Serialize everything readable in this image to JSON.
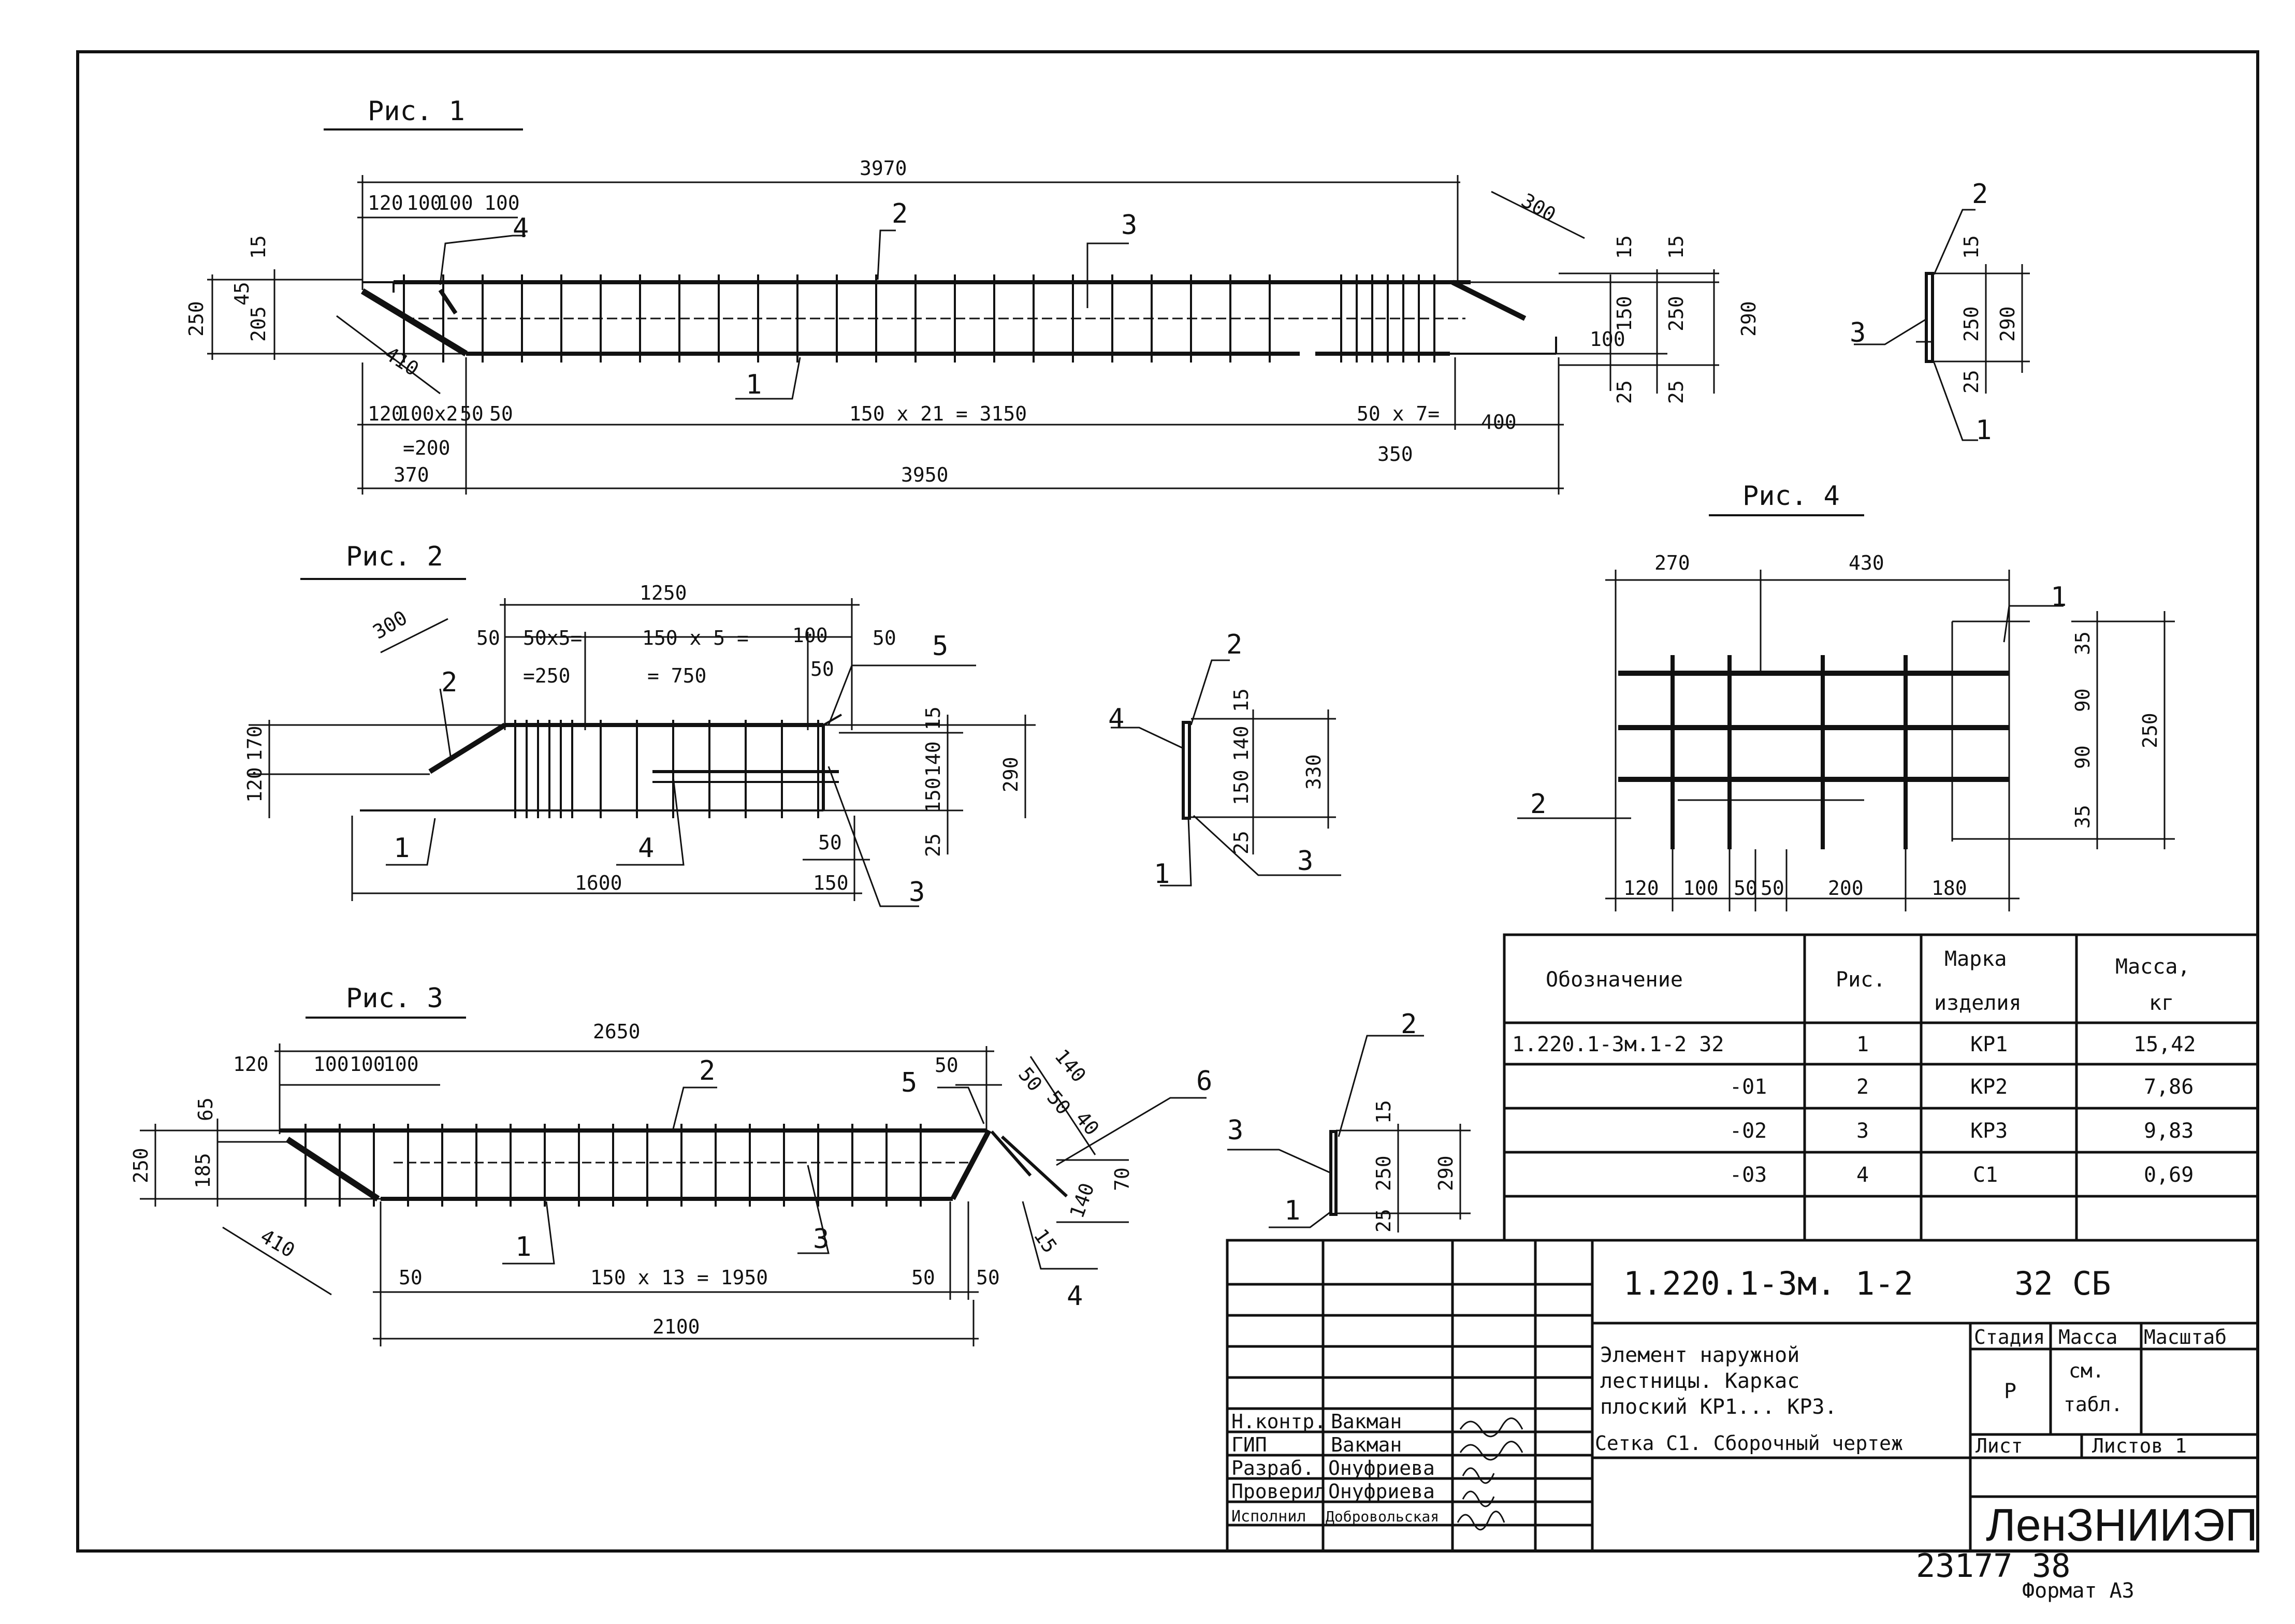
{
  "figures": {
    "fig1": {
      "caption": "Рис. 1",
      "positions": [
        "1",
        "2",
        "3",
        "4"
      ],
      "dims": {
        "total_top": "3970",
        "top_spacings": [
          "120",
          "100",
          "100",
          "100"
        ],
        "left_15": "15",
        "left_45": "45",
        "left_205": "205",
        "left_250": "250",
        "diag_410": "410",
        "diag_300": "300",
        "bottom_120": "120",
        "bottom_100x2": "100x2",
        "bottom_eq200": "=200",
        "bottom_50a": "50",
        "bottom_50b": "50",
        "main_spacing": "150 x 21 = 3150",
        "right_spacing": "50 x 7=",
        "right_350": "350",
        "right_400": "400",
        "total_370": "370",
        "total_3950": "3950",
        "right_15": "15",
        "right_150": "150",
        "right_100": "100",
        "right_25a": "25",
        "right_250": "250",
        "right_25b": "25",
        "right_15b": "15",
        "right_290": "290"
      }
    },
    "fig1_section": {
      "positions": [
        "2",
        "3",
        "1"
      ],
      "dims": [
        "15",
        "250",
        "25",
        "290"
      ]
    },
    "fig2": {
      "caption": "Рис. 2",
      "positions": [
        "2",
        "5",
        "1",
        "4",
        "3"
      ],
      "dims": {
        "d1250": "1250",
        "d300": "300",
        "d50": "50",
        "d50x5": "50x5=",
        "d250": "=250",
        "d150x5": "150 x 5 =",
        "d750": "= 750",
        "d100": "100",
        "d50b": "50",
        "d50c": "50",
        "d15": "15",
        "d140": "140",
        "d150": "150",
        "d25": "25",
        "d290": "290",
        "d170": "170",
        "d120": "120",
        "d1600": "1600",
        "d150b": "150",
        "d50d": "50"
      }
    },
    "fig2_section": {
      "positions": [
        "4",
        "2",
        "1",
        "3"
      ],
      "dims": [
        "15",
        "140",
        "150",
        "25",
        "330"
      ]
    },
    "fig3": {
      "caption": "Рис. 3",
      "positions": [
        "2",
        "5",
        "6",
        "1",
        "3",
        "4"
      ],
      "dims": {
        "d2650": "2650",
        "d120": "120",
        "top_spacings": [
          "100",
          "100",
          "100"
        ],
        "d50a": "50",
        "d50b": "50",
        "d50c": "50",
        "d40": "40",
        "d140a": "140",
        "d65": "65",
        "d185": "185",
        "d250": "250",
        "d410": "410",
        "d50left": "50",
        "main_spacing": "150 x 13 = 1950",
        "d50r1": "50",
        "d50r2": "50",
        "d2100": "2100",
        "d70": "70",
        "d140b": "140",
        "d15": "15"
      }
    },
    "fig3_section": {
      "positions": [
        "2",
        "3",
        "1"
      ],
      "dims": [
        "15",
        "250",
        "25",
        "290"
      ]
    },
    "fig4": {
      "caption": "Рис. 4",
      "positions": [
        "1",
        "2"
      ],
      "dims": {
        "top": [
          "270",
          "430"
        ],
        "right": [
          "35",
          "90",
          "90",
          "35"
        ],
        "right_total": "250",
        "bottom": [
          "120",
          "100",
          "50",
          "50",
          "200",
          "180"
        ]
      }
    }
  },
  "spec_table": {
    "headers": [
      "Обозначение",
      "Рис.",
      "Марка изделия",
      "Масса, кг"
    ],
    "header_lines": {
      "designation": "Обозначение",
      "fig": "Рис.",
      "mark1": "Марка",
      "mark2": "изделия",
      "mass1": "Масса,",
      "mass2": "кг"
    },
    "rows": [
      {
        "designation": "1.220.1-3м.1-2  32",
        "fig": "1",
        "mark": "КР1",
        "mass": "15,42"
      },
      {
        "designation": "-01",
        "fig": "2",
        "mark": "КР2",
        "mass": "7,86"
      },
      {
        "designation": "-02",
        "fig": "3",
        "mark": "КР3",
        "mass": "9,83"
      },
      {
        "designation": "-03",
        "fig": "4",
        "mark": "С1",
        "mass": "0,69"
      }
    ]
  },
  "title_block": {
    "code": "1.220.1-3м.  1-2",
    "code_suffix": "32 СБ",
    "title_lines": [
      "Элемент    наружной",
      "лестницы.  Каркас",
      "плоский   КР1... КР3.",
      "Сетка С1.   Сборочный чертеж"
    ],
    "stage_label": "Стадия",
    "mass_label": "Масса",
    "scale_label": "Масштаб",
    "stage_value": "Р",
    "mass_value_1": "см.",
    "mass_value_2": "табл.",
    "sheet_label": "Лист",
    "sheets_label": "Листов 1",
    "org": "ЛенЗНИИЭП",
    "staff": [
      {
        "role": "Н.контр.",
        "name": "Вакман"
      },
      {
        "role": "ГИП",
        "name": "Вакман"
      },
      {
        "role": "Разраб.",
        "name": "Онуфриева"
      },
      {
        "role": "Проверил",
        "name": "Онуфриева"
      },
      {
        "role": "Исполнил",
        "name": "Добровольская"
      }
    ]
  },
  "footer": {
    "inventory": "23177  38",
    "format": "Формат А3"
  },
  "colors": {
    "ink": "#111111",
    "paper": "#ffffff"
  }
}
